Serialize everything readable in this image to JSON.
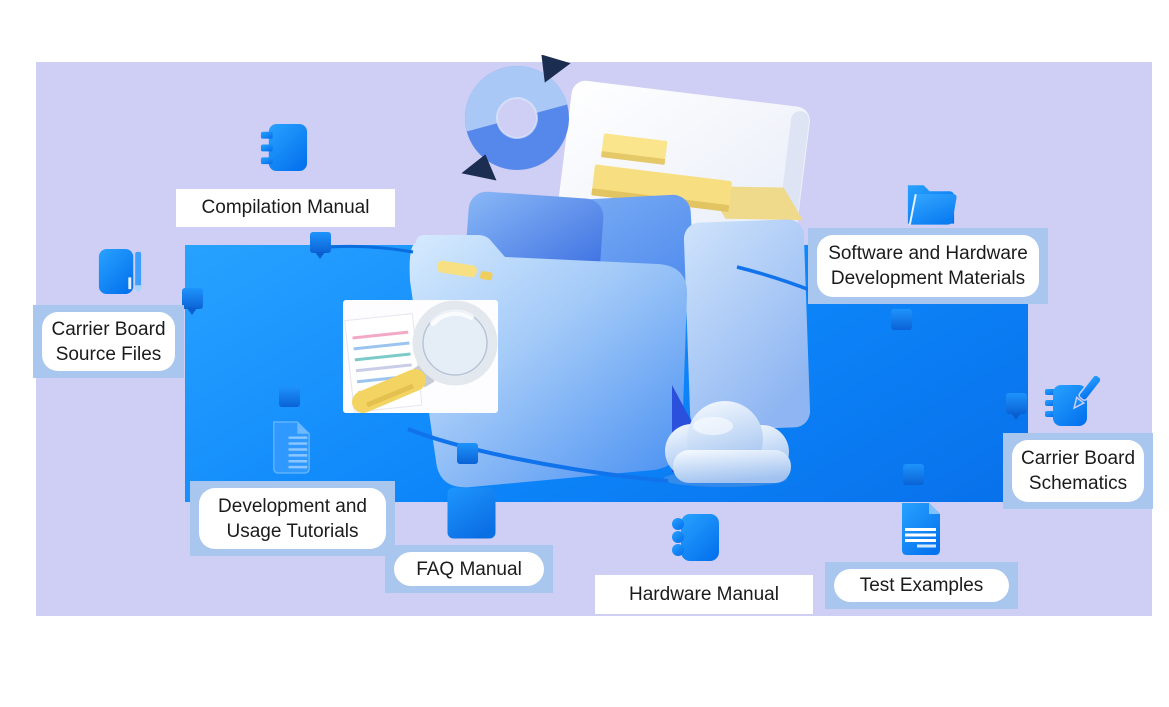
{
  "panel": {
    "bg": "#CFCEF4"
  },
  "hub": {
    "gradient_start": "#28A2FF",
    "gradient_end": "#0870EA"
  },
  "colors": {
    "connector_line": "#1173EC",
    "label_frame": "#A8C6EE",
    "node_blue": "#0B63D6",
    "icon_blue": "#0D86FA",
    "label_text": "#1B1B1B",
    "accent_yellow": "#F6DD7E"
  },
  "labels": {
    "compilation_manual": {
      "text": "Compilation Manual",
      "icon": "spiral-notebook-icon"
    },
    "carrier_board_source_files": {
      "line1": "Carrier Board",
      "line2": "Source Files",
      "icon": "book-icon"
    },
    "development_usage_tutorials": {
      "line1": "Development and",
      "line2": "Usage Tutorials",
      "icon": "document-lines-icon"
    },
    "faq_manual": {
      "text": "FAQ Manual",
      "icon": "square-tile-icon"
    },
    "hardware_manual": {
      "text": "Hardware Manual",
      "icon": "spiral-notebook-icon"
    },
    "test_examples": {
      "text": "Test Examples",
      "icon": "document-text-icon"
    },
    "carrier_board_schematics": {
      "line1": "Carrier Board",
      "line2": "Schematics",
      "icon": "notebook-pencil-icon"
    },
    "software_hardware_materials": {
      "line1": "Software and Hardware",
      "line2": "Development Materials",
      "icon": "open-folder-icon"
    }
  },
  "illustration": {
    "parts": [
      "sync-ring",
      "paper-sheet",
      "document-cards",
      "open-folder",
      "cloud",
      "magnifier-photo"
    ]
  }
}
